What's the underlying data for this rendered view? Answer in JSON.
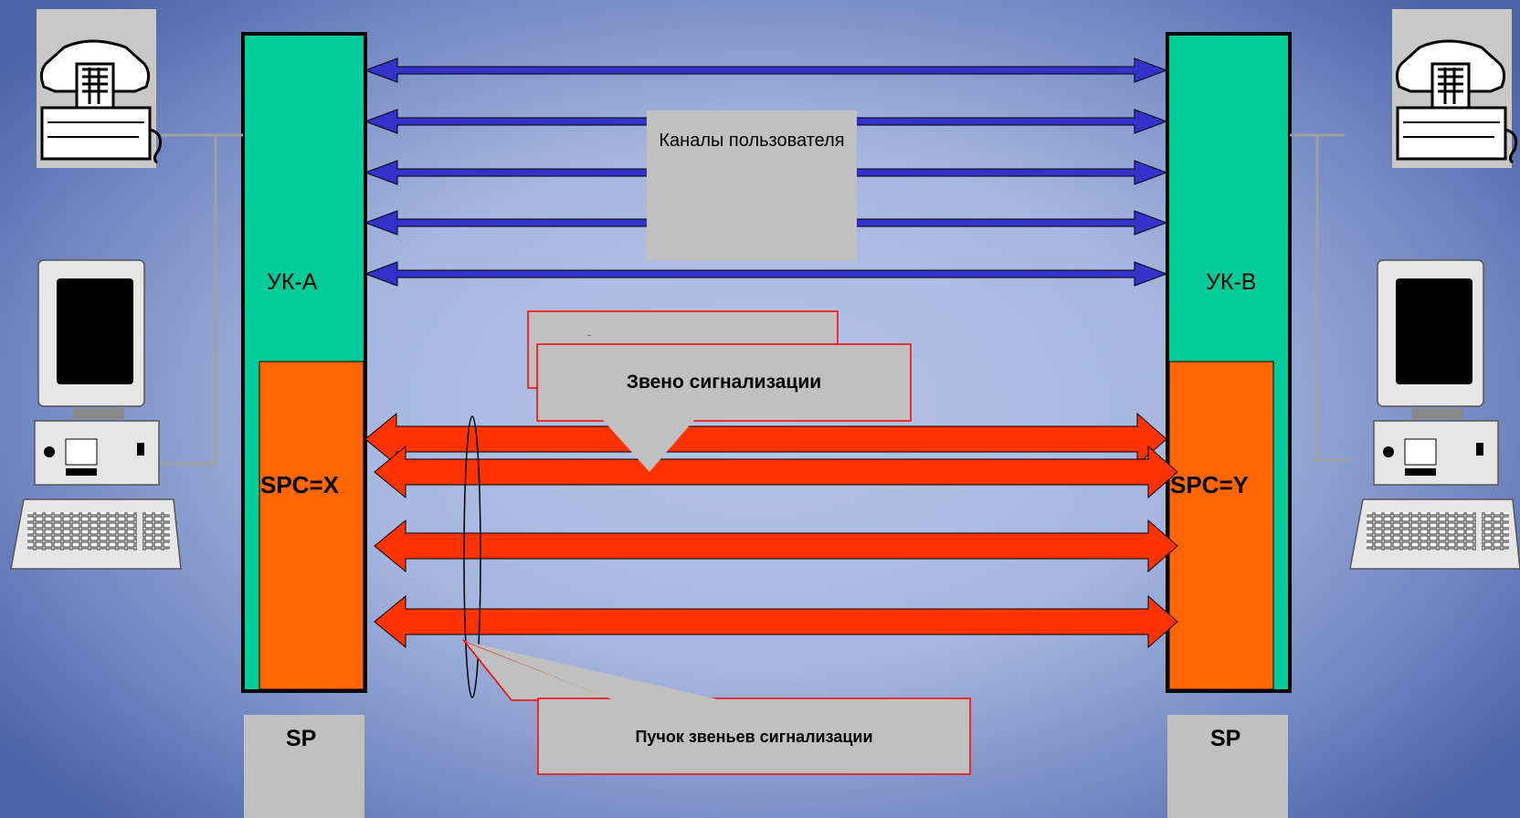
{
  "switch_a": {
    "label": "УК-А",
    "code": "SPC=X",
    "sp_label": "SP"
  },
  "switch_b": {
    "label": "УК-В",
    "code": "SPC=Y",
    "sp_label": "SP"
  },
  "user_channels_callout": "Каналы пользователя",
  "signaling_link_callout": "Звено сигнализации",
  "signaling_link_behind": "Звено сигнализации",
  "linkset_callout": "Пучок звеньев сигнализации",
  "icons": [
    "telephone-icon",
    "computer-icon"
  ],
  "colors": {
    "switch": "#00cc99",
    "signaling_point": "#ff6600",
    "user_channel_arrow": "#3333cc",
    "signaling_arrow": "#ff3300",
    "callout_fill": "#c0c0c0",
    "callout_border": "#ff0000",
    "sp_box": "#c0c0c0"
  }
}
